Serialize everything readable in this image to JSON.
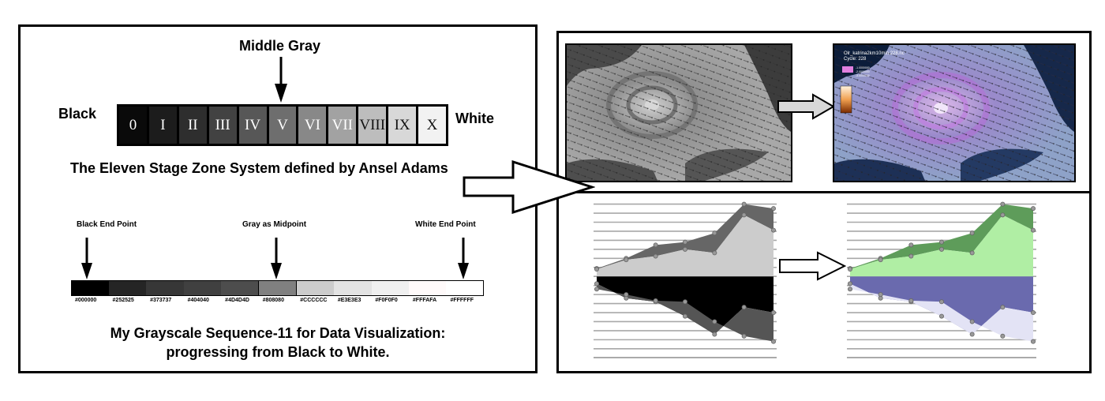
{
  "zone_system": {
    "top_label": "Middle Gray",
    "black_label": "Black",
    "white_label": "White",
    "zones": [
      "0",
      "I",
      "II",
      "III",
      "IV",
      "V",
      "VI",
      "VII",
      "VIII",
      "IX",
      "X"
    ],
    "zone_colors": [
      "#0a0a0a",
      "#1c1c1c",
      "#2e2e2e",
      "#424242",
      "#575757",
      "#6e6e6e",
      "#888888",
      "#a2a2a2",
      "#bdbdbd",
      "#d8d8d8",
      "#f2f2f2"
    ],
    "caption": "The Eleven Stage Zone System defined by Ansel Adams"
  },
  "sequence": {
    "black_end_label": "Black End Point",
    "mid_label": "Gray as Midpoint",
    "white_end_label": "White End Point",
    "colors": [
      "#000000",
      "#252525",
      "#373737",
      "#404040",
      "#4D4D4D",
      "#808080",
      "#CCCCCC",
      "#E3E3E3",
      "#F0F0F0",
      "#FFFAFA",
      "#FFFFFF"
    ],
    "codes": [
      "#000000",
      "#252525",
      "#373737",
      "#404040",
      "#4D4D4D",
      "#808080",
      "#CCCCCC",
      "#E3E3E3",
      "#F0F0F0",
      "#FFFAFA",
      "#FFFFFF"
    ],
    "caption_line1": "My Grayscale Sequence-11 for Data Visualization:",
    "caption_line2": "progressing from Black to White."
  },
  "map_colored": {
    "header_line1": "Olr_katrina2km10min.228.nc",
    "header_line2": "Cycle: 228",
    "legend_values": [
      "-1.0000000",
      "-2.0000000",
      "-3.0000000"
    ]
  },
  "charts": {
    "grayscale_colors": {
      "upper_top": "#666666",
      "upper_base": "#cccccc",
      "lower_base": "#000000",
      "lower_bottom": "#555555"
    },
    "colored_colors": {
      "upper_top": "#5e9c5a",
      "upper_base": "#b0eea4",
      "lower_base": "#6a6aae",
      "lower_bottom": "#e3e3f5"
    },
    "x": [
      1,
      2,
      3,
      4,
      5,
      6,
      7
    ],
    "upper_top": [
      2.2,
      5.0,
      8.7,
      9.5,
      12.0,
      20.0,
      18.8
    ],
    "upper_base": [
      2.0,
      4.6,
      5.6,
      7.5,
      6.5,
      17.0,
      12.8
    ],
    "lower_base": [
      -2.0,
      -6.0,
      -7.0,
      -11.0,
      -16.0,
      -8.5,
      -10.0
    ],
    "lower_bottom": [
      -3.5,
      -5.0,
      -6.7,
      -7.0,
      -12.5,
      -16.5,
      -18.0
    ]
  },
  "colors": {
    "border": "#000000",
    "arrow_fill": "#ffffff",
    "map_arrow_fill": "#d8d8d8"
  }
}
